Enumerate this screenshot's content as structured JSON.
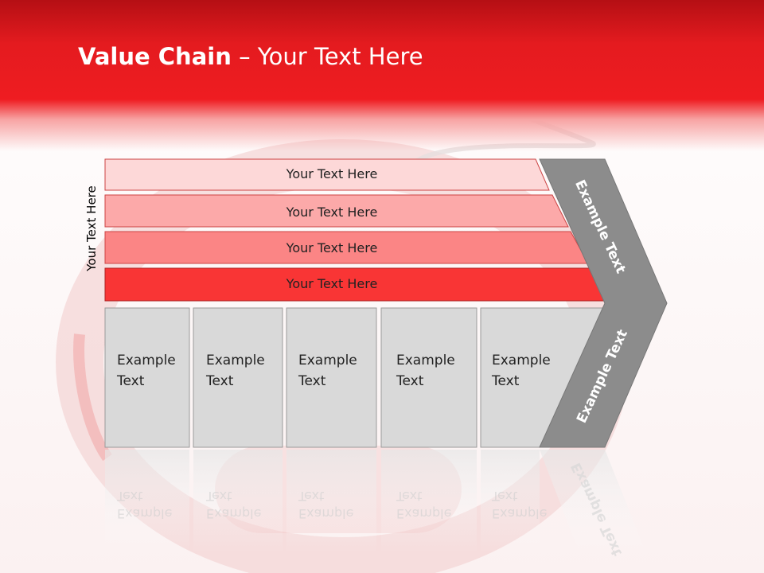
{
  "title": {
    "bold": "Value Chain",
    "rest": " – Your Text Here"
  },
  "side_label": "Your Text Here",
  "bars": [
    "Your Text Here",
    "Your Text Here",
    "Your Text Here",
    "Your Text Here"
  ],
  "boxes": [
    {
      "line1": "Example",
      "line2": "Text"
    },
    {
      "line1": "Example",
      "line2": "Text"
    },
    {
      "line1": "Example",
      "line2": "Text"
    },
    {
      "line1": "Example",
      "line2": "Text"
    },
    {
      "line1": "Example",
      "line2": "Text"
    }
  ],
  "chevron": {
    "upper": "Example Text",
    "lower": "Example Text"
  },
  "colors": {
    "header": "#ef1c21",
    "bar1": "#fdd8d8",
    "bar2": "#fca9a9",
    "bar3": "#fb8585",
    "bar4": "#f93535",
    "box": "#d9d9d9",
    "chevron": "#8c8c8c"
  }
}
